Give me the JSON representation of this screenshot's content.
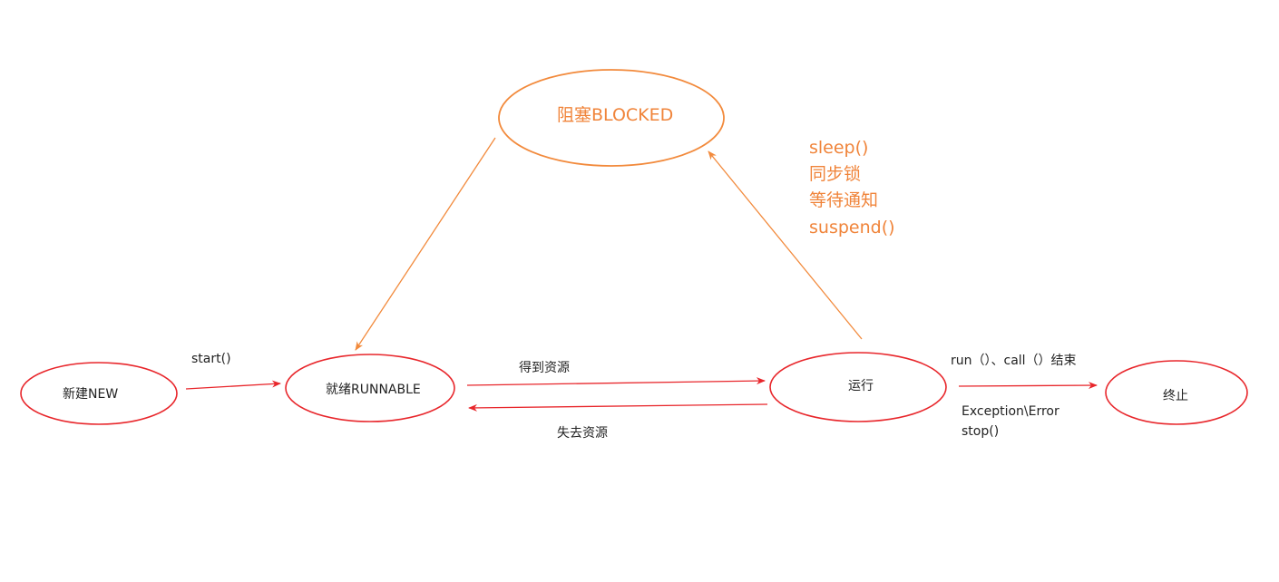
{
  "colors": {
    "red": "#e8262b",
    "orange": "#f28a3c",
    "orange_text": "#f0843a",
    "text": "#222222"
  },
  "nodes": {
    "new": "新建NEW",
    "runnable": "就绪RUNNABLE",
    "blocked": "阻塞BLOCKED",
    "running": "运行",
    "terminated": "终止"
  },
  "edges": {
    "start": "start()",
    "get_resource": "得到资源",
    "lose_resource": "失去资源",
    "run_call_end": "run（）、call（）结束",
    "exception_error": "Exception\\Error",
    "stop": "stop()"
  },
  "block_reasons": [
    "sleep()",
    "同步锁",
    "等待通知",
    "suspend()"
  ]
}
